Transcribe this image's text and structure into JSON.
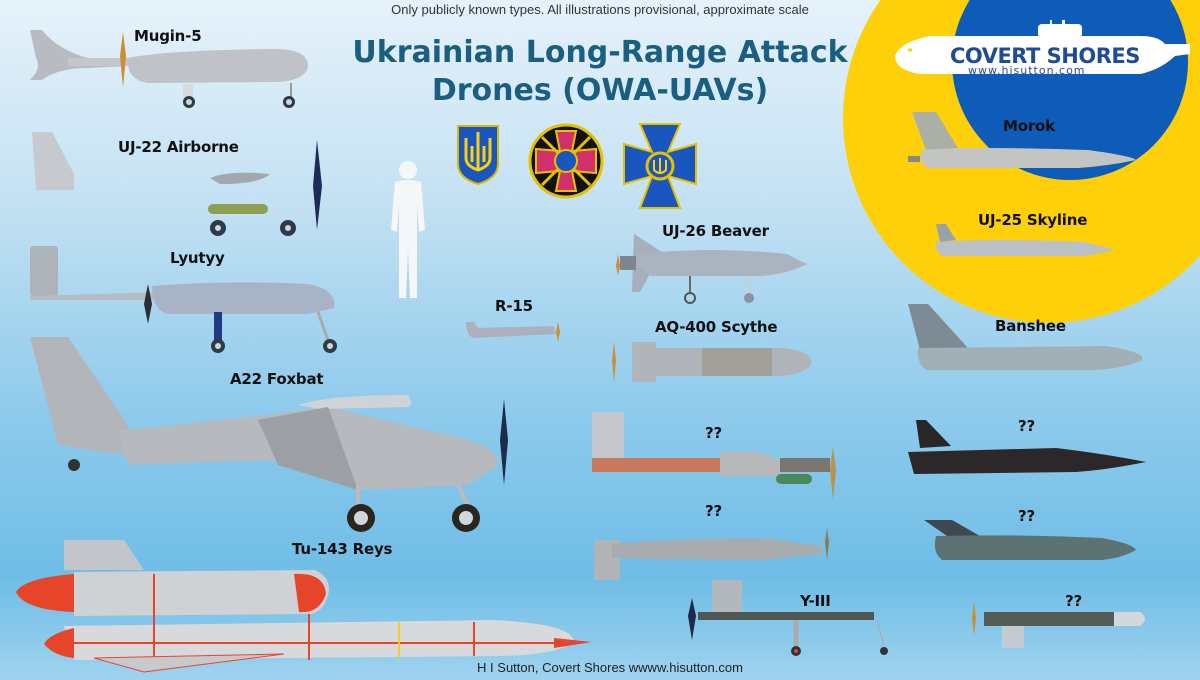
{
  "header": {
    "disclaimer": "Only publicly known types. All illustrations provisional, approximate scale",
    "title_line1": "Ukrainian Long-Range Attack",
    "title_line2": "Drones (OWA-UAVs)"
  },
  "logo": {
    "brand": "COVERT SHORES",
    "url": "www.hisutton.com",
    "colors": {
      "yellow": "#fdd00a",
      "blue": "#0f5cb8"
    }
  },
  "emblems": [
    {
      "name": "coat-of-arms-trident"
    },
    {
      "name": "military-intelligence-emblem"
    },
    {
      "name": "sbu-emblem"
    }
  ],
  "drones": [
    {
      "id": "mugin5",
      "label": "Mugin-5"
    },
    {
      "id": "uj22",
      "label": "UJ-22 Airborne"
    },
    {
      "id": "lyutyy",
      "label": "Lyutyy"
    },
    {
      "id": "a22",
      "label": "A22 Foxbat"
    },
    {
      "id": "tu143",
      "label": "Tu-143 Reys"
    },
    {
      "id": "r15",
      "label": "R-15"
    },
    {
      "id": "uj26",
      "label": "UJ-26 Beaver"
    },
    {
      "id": "aq400",
      "label": "AQ-400 Scythe"
    },
    {
      "id": "unk1",
      "label": "??"
    },
    {
      "id": "unk2",
      "label": "??"
    },
    {
      "id": "y3",
      "label": "Y-III"
    },
    {
      "id": "morok",
      "label": "Morok"
    },
    {
      "id": "uj25",
      "label": "UJ-25 Skyline"
    },
    {
      "id": "banshee",
      "label": "Banshee"
    },
    {
      "id": "unk3",
      "label": "??"
    },
    {
      "id": "unk4",
      "label": "??"
    },
    {
      "id": "unk5",
      "label": "??"
    }
  ],
  "footer": {
    "credit": "H I Sutton, Covert Shores wwww.hisutton.com"
  }
}
